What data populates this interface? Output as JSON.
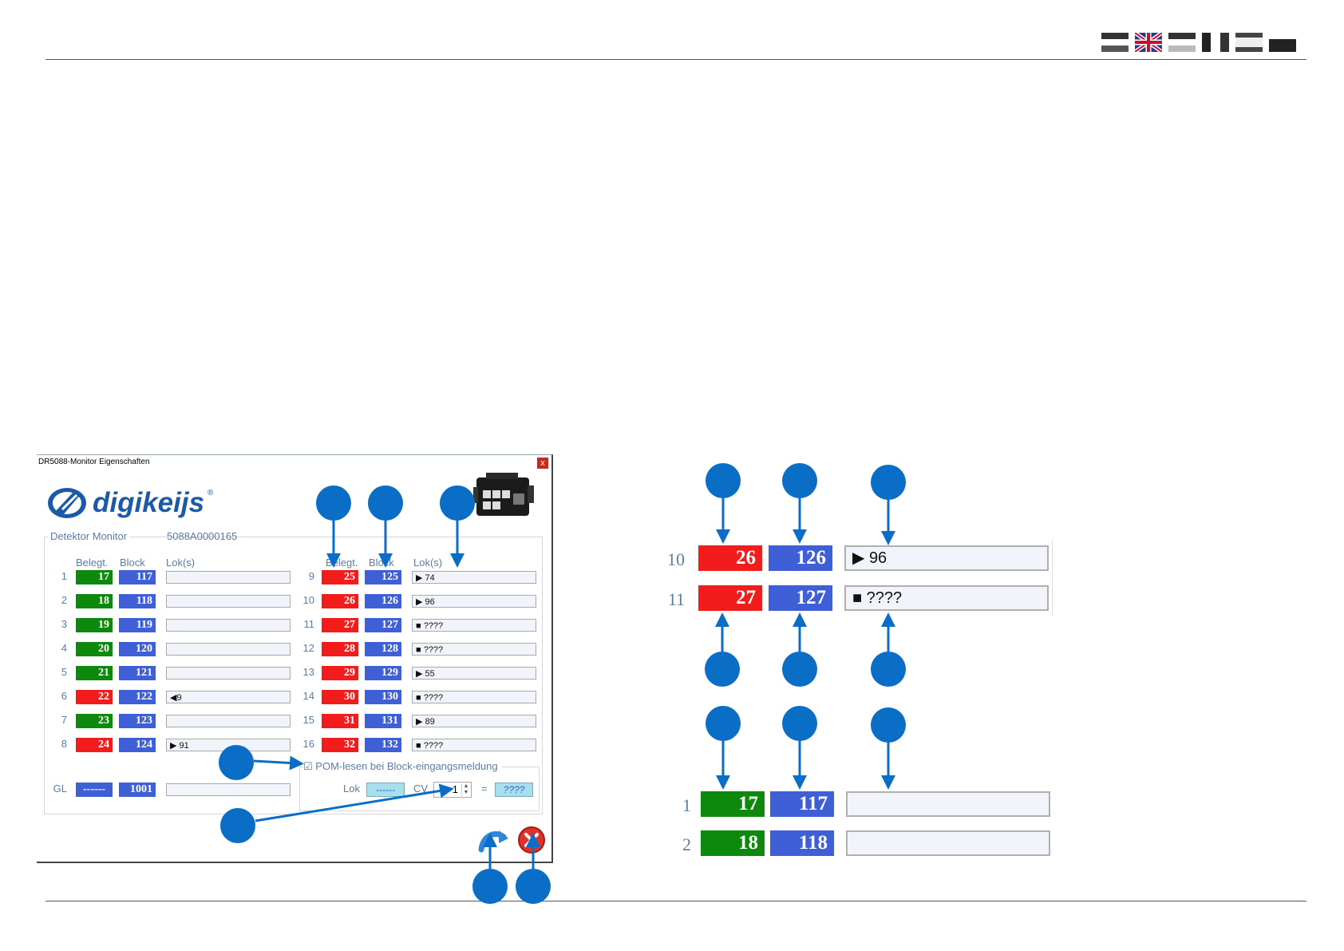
{
  "page": {
    "flags": [
      "flag-de-icon",
      "flag-uk-icon",
      "flag-nl-icon",
      "flag-fr-icon",
      "flag-es-icon",
      "flag-it-icon"
    ]
  },
  "dialog": {
    "title": "DR5088-Monitor Eigenschaften",
    "close_glyph": "x",
    "logo_text": "digikeijs",
    "logo_reg": "®",
    "group_label": "Detektor Monitor",
    "serial": "5088A0000165",
    "headers": {
      "belegt": "Belegt.",
      "block": "Block",
      "loks": "Lok(s)"
    },
    "left_rows": [
      {
        "num": "1",
        "belegt": "17",
        "belegt_color": "green",
        "block": "117",
        "lok": ""
      },
      {
        "num": "2",
        "belegt": "18",
        "belegt_color": "green",
        "block": "118",
        "lok": ""
      },
      {
        "num": "3",
        "belegt": "19",
        "belegt_color": "green",
        "block": "119",
        "lok": ""
      },
      {
        "num": "4",
        "belegt": "20",
        "belegt_color": "green",
        "block": "120",
        "lok": ""
      },
      {
        "num": "5",
        "belegt": "21",
        "belegt_color": "green",
        "block": "121",
        "lok": ""
      },
      {
        "num": "6",
        "belegt": "22",
        "belegt_color": "red",
        "block": "122",
        "lok": "◀9"
      },
      {
        "num": "7",
        "belegt": "23",
        "belegt_color": "green",
        "block": "123",
        "lok": ""
      },
      {
        "num": "8",
        "belegt": "24",
        "belegt_color": "red",
        "block": "124",
        "lok": "▶ 91"
      }
    ],
    "right_rows": [
      {
        "num": "9",
        "belegt": "25",
        "belegt_color": "red",
        "block": "125",
        "lok": "▶ 74"
      },
      {
        "num": "10",
        "belegt": "26",
        "belegt_color": "red",
        "block": "126",
        "lok": "▶ 96"
      },
      {
        "num": "11",
        "belegt": "27",
        "belegt_color": "red",
        "block": "127",
        "lok": "■ ????"
      },
      {
        "num": "12",
        "belegt": "28",
        "belegt_color": "red",
        "block": "128",
        "lok": "■ ????"
      },
      {
        "num": "13",
        "belegt": "29",
        "belegt_color": "red",
        "block": "129",
        "lok": "▶ 55"
      },
      {
        "num": "14",
        "belegt": "30",
        "belegt_color": "red",
        "block": "130",
        "lok": "■ ????"
      },
      {
        "num": "15",
        "belegt": "31",
        "belegt_color": "red",
        "block": "131",
        "lok": "▶ 89"
      },
      {
        "num": "16",
        "belegt": "32",
        "belegt_color": "red",
        "block": "132",
        "lok": "■ ????"
      }
    ],
    "gl": {
      "label": "GL",
      "belegt": "------",
      "block": "1001",
      "lok": ""
    },
    "pom": {
      "checkbox": "☑",
      "label": "POM-lesen bei Block-eingangsmeldung",
      "lok_label": "Lok",
      "lok_value": "------",
      "cv_label": "CV",
      "cv_value": "1",
      "equals": "=",
      "result": "????"
    },
    "buttons": {
      "refresh": "refresh-icon",
      "close": "close-icon"
    }
  },
  "zoom": {
    "top_rows": [
      {
        "num": "10",
        "belegt": "26",
        "belegt_color": "red",
        "block": "126",
        "lok": "▶ 96"
      },
      {
        "num": "11",
        "belegt": "27",
        "belegt_color": "red",
        "block": "127",
        "lok": "■ ????"
      }
    ],
    "bottom_rows": [
      {
        "num": "1",
        "belegt": "17",
        "belegt_color": "green",
        "block": "117",
        "lok": ""
      },
      {
        "num": "2",
        "belegt": "18",
        "belegt_color": "green",
        "block": "118",
        "lok": ""
      }
    ]
  },
  "colors": {
    "green": "#0d8a0d",
    "red": "#f21c1c",
    "blue": "#3f5fd6",
    "callout": "#0a6ec7"
  }
}
